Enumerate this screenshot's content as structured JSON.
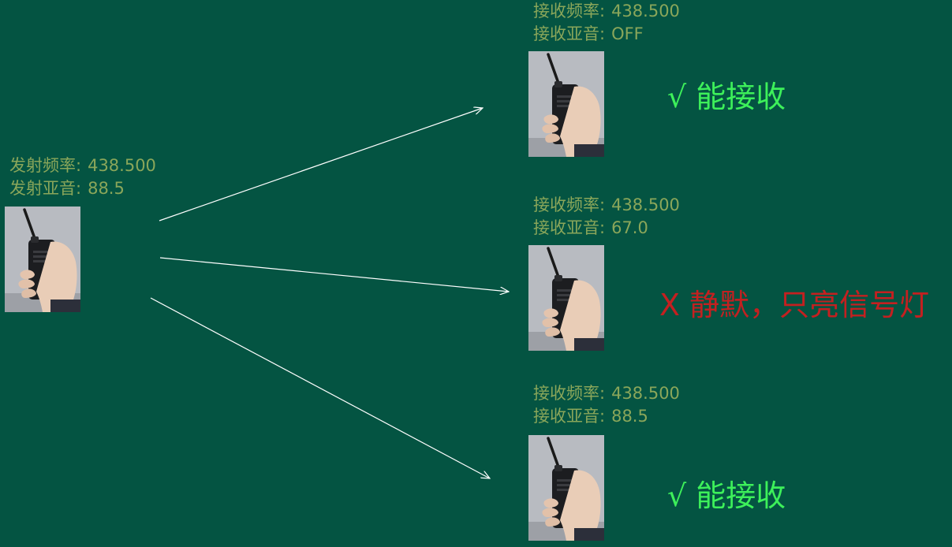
{
  "transmitter": {
    "freq_label": "发射频率:",
    "freq_value": "438.500",
    "tone_label": "发射亚音:",
    "tone_value": "88.5"
  },
  "receivers": [
    {
      "freq_label": "接收频率:",
      "freq_value": "438.500",
      "tone_label": "接收亚音:",
      "tone_value": "OFF",
      "result": "√ 能接收",
      "status": "ok"
    },
    {
      "freq_label": "接收频率:",
      "freq_value": "438.500",
      "tone_label": "接收亚音:",
      "tone_value": "67.0",
      "result": "X 静默，只亮信号灯",
      "status": "fail"
    },
    {
      "freq_label": "接收频率:",
      "freq_value": "438.500",
      "tone_label": "接收亚音:",
      "tone_value": "88.5",
      "result": "√ 能接收",
      "status": "ok"
    }
  ],
  "colors": {
    "background": "#045442",
    "label_text": "#8aa65a",
    "ok_text": "#3df05a",
    "fail_text": "#c42020",
    "arrow": "#ffffff"
  },
  "icons": [
    "walkie-talkie-photo",
    "arrow"
  ]
}
